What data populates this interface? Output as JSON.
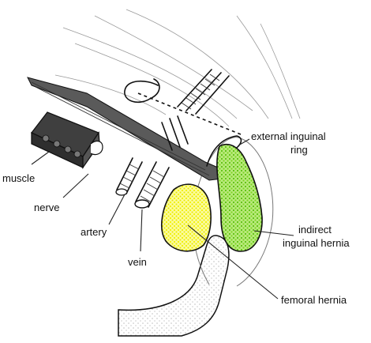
{
  "labels": {
    "external_inguinal_ring_line1": "external inguinal",
    "external_inguinal_ring_line2": "ring",
    "muscle": "muscle",
    "nerve": "nerve",
    "artery": "artery",
    "vein": "vein",
    "indirect_inguinal_hernia_line1": "indirect",
    "indirect_inguinal_hernia_line2": "inguinal hernia",
    "femoral_hernia": "femoral hernia"
  },
  "colors": {
    "indirect_hernia": "#7ed321",
    "femoral_hernia": "#f2f200",
    "ligament_band": "#555555",
    "muscle_block": "#444444",
    "stipple": "#9b9b9b"
  }
}
